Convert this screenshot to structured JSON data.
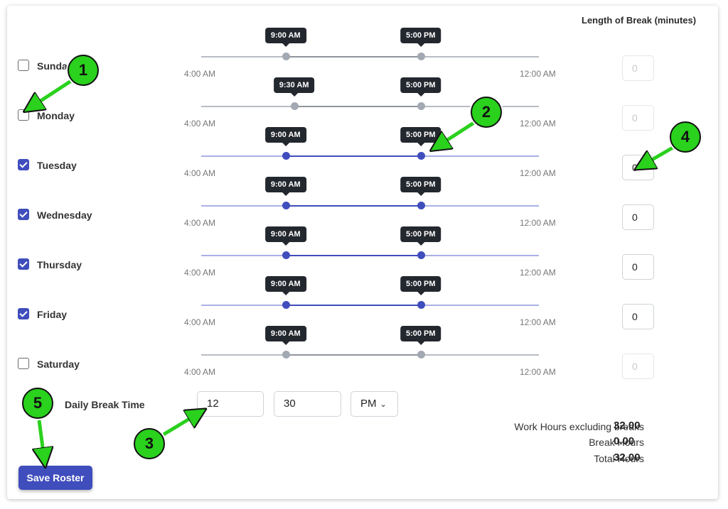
{
  "header": {
    "break_length": "Length of Break (minutes)"
  },
  "days": [
    {
      "name": "Sunday",
      "checked": false,
      "start": "9:00 AM",
      "end": "5:00 PM",
      "start_frac": 0.25,
      "end_frac": 0.65,
      "min": "4:00 AM",
      "max": "12:00 AM",
      "break": "0"
    },
    {
      "name": "Monday",
      "checked": false,
      "start": "9:30 AM",
      "end": "5:00 PM",
      "start_frac": 0.275,
      "end_frac": 0.65,
      "min": "4:00 AM",
      "max": "12:00 AM",
      "break": "0"
    },
    {
      "name": "Tuesday",
      "checked": true,
      "start": "9:00 AM",
      "end": "5:00 PM",
      "start_frac": 0.25,
      "end_frac": 0.65,
      "min": "4:00 AM",
      "max": "12:00 AM",
      "break": "0"
    },
    {
      "name": "Wednesday",
      "checked": true,
      "start": "9:00 AM",
      "end": "5:00 PM",
      "start_frac": 0.25,
      "end_frac": 0.65,
      "min": "4:00 AM",
      "max": "12:00 AM",
      "break": "0"
    },
    {
      "name": "Thursday",
      "checked": true,
      "start": "9:00 AM",
      "end": "5:00 PM",
      "start_frac": 0.25,
      "end_frac": 0.65,
      "min": "4:00 AM",
      "max": "12:00 AM",
      "break": "0"
    },
    {
      "name": "Friday",
      "checked": true,
      "start": "9:00 AM",
      "end": "5:00 PM",
      "start_frac": 0.25,
      "end_frac": 0.65,
      "min": "4:00 AM",
      "max": "12:00 AM",
      "break": "0"
    },
    {
      "name": "Saturday",
      "checked": false,
      "start": "9:00 AM",
      "end": "5:00 PM",
      "start_frac": 0.25,
      "end_frac": 0.65,
      "min": "4:00 AM",
      "max": "12:00 AM",
      "break": "0"
    }
  ],
  "daily_break": {
    "label": "Daily Break Time",
    "hour": "12",
    "minute": "30",
    "period": "PM"
  },
  "summary": {
    "work_label": "Work Hours excluding breaks",
    "work_value": "32.00",
    "break_label": "Break Hours",
    "break_value": "0.00",
    "total_label": "Total Hours",
    "total_value": "32.00"
  },
  "save_label": "Save Roster",
  "annotations": [
    "1",
    "2",
    "3",
    "4",
    "5"
  ],
  "colors": {
    "accent": "#3f4dbd",
    "annotation": "#2ad11d"
  }
}
